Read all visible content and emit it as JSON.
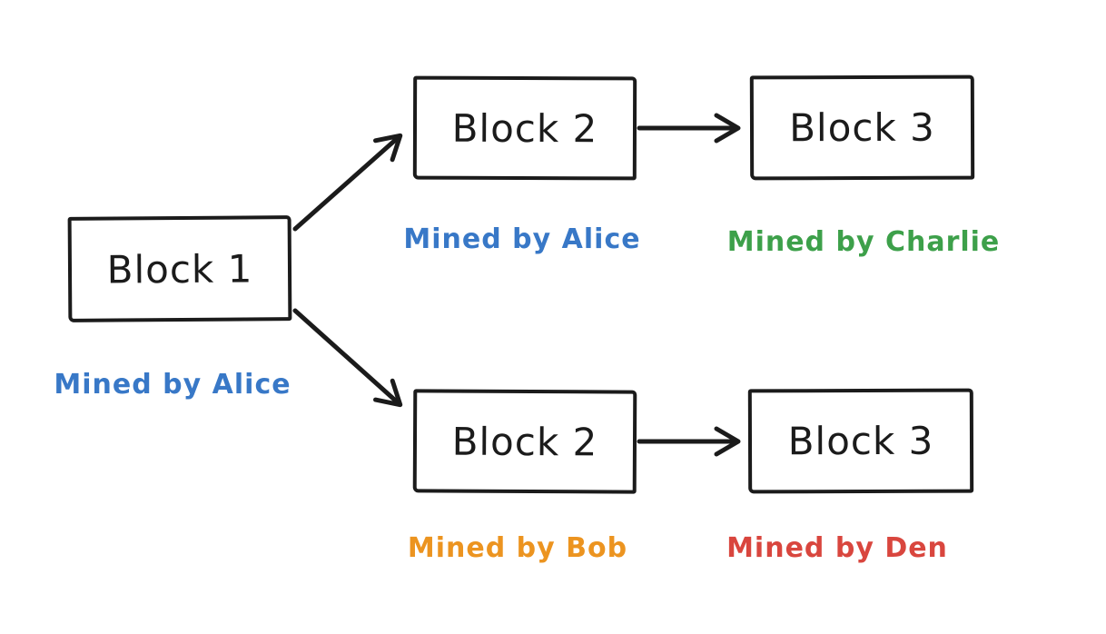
{
  "canvas": {
    "background": "#ffffff",
    "stroke_color": "#1b1b1b"
  },
  "blocks": {
    "block1": {
      "label": "Block 1"
    },
    "block2_top": {
      "label": "Block 2"
    },
    "block3_top": {
      "label": "Block 3"
    },
    "block2_bottom": {
      "label": "Block 2"
    },
    "block3_bottom": {
      "label": "Block 3"
    }
  },
  "miner_labels": {
    "block1": {
      "text": "Mined by Alice",
      "color": "#3878c7"
    },
    "block2_top": {
      "text": "Mined by Alice",
      "color": "#3878c7"
    },
    "block3_top": {
      "text": "Mined by Charlie",
      "color": "#3da04a"
    },
    "block2_bottom": {
      "text": "Mined by Bob",
      "color": "#ec9420"
    },
    "block3_bottom": {
      "text": "Mined by Den",
      "color": "#d9463e"
    }
  },
  "arrows": [
    {
      "name": "block1-to-block2-top",
      "from": "Block 1",
      "to": "Block 2 (top)"
    },
    {
      "name": "block1-to-block2-bottom",
      "from": "Block 1",
      "to": "Block 2 (bottom)"
    },
    {
      "name": "block2-top-to-block3-top",
      "from": "Block 2 (top)",
      "to": "Block 3 (top)"
    },
    {
      "name": "block2-bottom-to-block3-bottom",
      "from": "Block 2 (bottom)",
      "to": "Block 3 (bottom)"
    }
  ]
}
